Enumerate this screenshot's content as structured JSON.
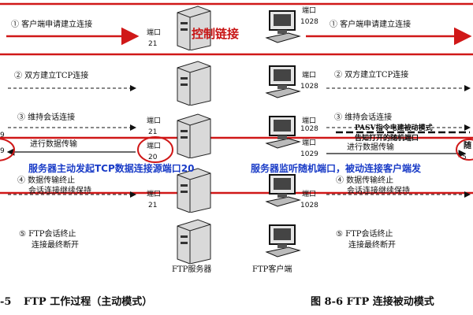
{
  "colors": {
    "annotation_red": "#d01818",
    "annotation_blue": "#1a3cc7",
    "ink": "#111111"
  },
  "annotation": {
    "title": "控制链接",
    "left_note": "服务器主动发起TCP数据连接源端口20",
    "right_note": "服务器监听随机端口，被动连接客户端发"
  },
  "left": {
    "step1": "① 客户端申请建立连接",
    "port_label_1": "端口",
    "port_21_1": "21",
    "step2": "② 双方建立TCP连接",
    "step3": "③ 维持会话连接",
    "port_label_3": "端口",
    "port_21_3": "21",
    "edge_9_a": "9",
    "data_transfer": "进行数据传输",
    "port_label_data": "端口",
    "port_20": "20",
    "edge_9_b": "9",
    "step4": "④ 数据传输终止",
    "keep_session": "会话连接继续保持",
    "port_label_4": "端口",
    "port_21_4": "21",
    "step5": "⑤ FTP会话终止",
    "disconnect": "连接最终断开",
    "server_label": "FTP服务器",
    "client_label": "FTP客户端",
    "figure_prefix": "-5",
    "figure_caption": "FTP 工作过程（主动模式）"
  },
  "right": {
    "port_label_1": "端口",
    "port_1028_1": "1028",
    "step1": "① 客户端申请建立连接",
    "port_label_2": "端口",
    "port_1028_2": "1028",
    "step2": "② 双方建立TCP连接",
    "port_label_3": "端口",
    "port_1028_3": "1028",
    "step3": "③ 维持会话连接",
    "pasv_line1": "PASV指令电建被动模式",
    "pasv_line2": "告知打开的随机端口",
    "port_label_data": "端口",
    "port_1029": "1029",
    "data_transfer": "进行数据传输",
    "port_label_4": "端口",
    "port_1028_4": "1028",
    "step4": "④ 数据传输终止",
    "keep_session": "会话连接继续保持",
    "step5": "⑤ FTP会话终止",
    "disconnect": "连接最终断开",
    "client_label": "FTP客户端",
    "figure_caption": "图 8-6   FTP 连接被动模式",
    "edge_big": "随",
    "edge_small": "5"
  },
  "icons": [
    "server-icon",
    "computer-icon"
  ]
}
